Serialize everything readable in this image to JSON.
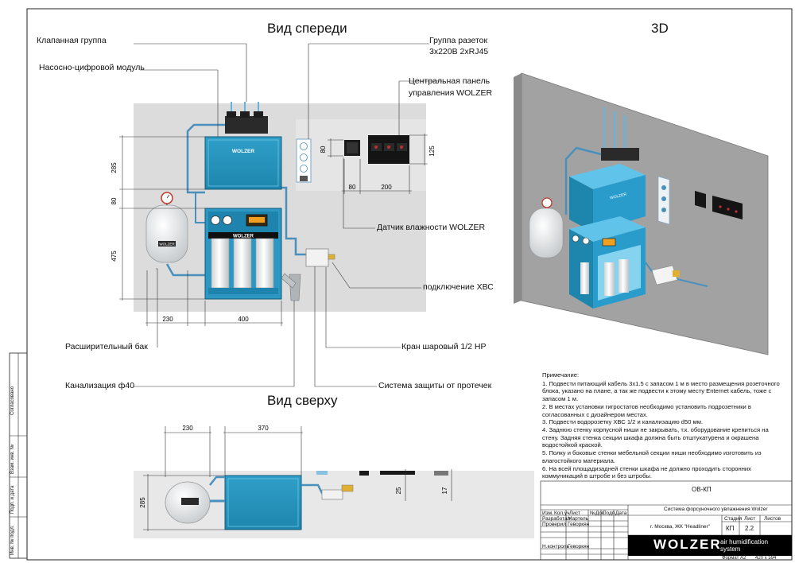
{
  "views": {
    "front": "Вид спереди",
    "top": "Вид сверху",
    "iso": "3D"
  },
  "labels": {
    "valve_group": "Клапанная группа",
    "pump_module": "Насосно-цифровой модуль",
    "socket_group_1": "Группа разеток",
    "socket_group_2": "3х220В 2хRJ45",
    "panel_1": "Центральная панель",
    "panel_2": "управления WOLZER",
    "humidity_sensor": "Датчик влажности WOLZER",
    "cold_water": "подключение ХВС",
    "expansion_tank": "Расширительный бак",
    "ball_valve": "Кран шаровый 1/2 НР",
    "sewer": "Канализация ф40",
    "leak_protection": "Система защиты от протечек"
  },
  "dimensions": {
    "front": [
      "285",
      "80",
      "475",
      "230",
      "400",
      "80",
      "80",
      "200",
      "125"
    ],
    "top": [
      "230",
      "370",
      "285",
      "25",
      "17"
    ]
  },
  "brand_on_units": "WOLZER",
  "notes": {
    "heading": "Примечание:",
    "items": [
      "1. Подвести питающий кабель 3х1.5 с запасом 1 м в место размещения розеточного блока, указано на плане, а так же подвести к этому месту Enternet кабель, тоже с запасом 1 м.",
      "2. В местах установки гигростатов необходимо установить подрозетники в согласованных с дизайнером местах.",
      "3. Подвести водорозетку ХВС 1/2 и канализацию d50 мм.",
      "4. Заднюю стенку корпусной ниши не закрывать, т.к. оборудование крепиться на стену. Задняя стенка секции шкафа должна быть отштукатурена и окрашена водостойкой краской.",
      "5. Полку и боковые стенки мебельной секции ниши необходимо изготовить из влагостойкого материала.",
      "6. На всей площадизадней стенки шкафа не должно проходить сторонних коммуникаций в штробе и без штробы."
    ]
  },
  "title_block": {
    "code": "ОВ-КП",
    "system": "Система форсуночного увлажнения Wolzer",
    "col_headers": [
      "Изм.",
      "Кол.уч",
      "Лист",
      "№Док.",
      "Подп.",
      "Дата"
    ],
    "rows": [
      {
        "role": "Разработал",
        "name": "Мартель"
      },
      {
        "role": "Проверил",
        "name": "Геворкян"
      },
      {
        "role": "Н.контроль",
        "name": "Геворкян"
      }
    ],
    "address": "г. Москва, ЖК \"Headliner\"",
    "stage_headers": [
      "Стадия",
      "Лист",
      "Листов"
    ],
    "stage_values": [
      "КП",
      "2.2",
      ""
    ],
    "logo": "WOLZER",
    "tagline_1": "air humidification",
    "tagline_2": "system",
    "format": "Формат А2",
    "paper_size": "420 x 594"
  },
  "side_stamp": [
    "Согласовано",
    "Взам. инв. №",
    "Подп. и дата",
    "Инв. № подл."
  ]
}
